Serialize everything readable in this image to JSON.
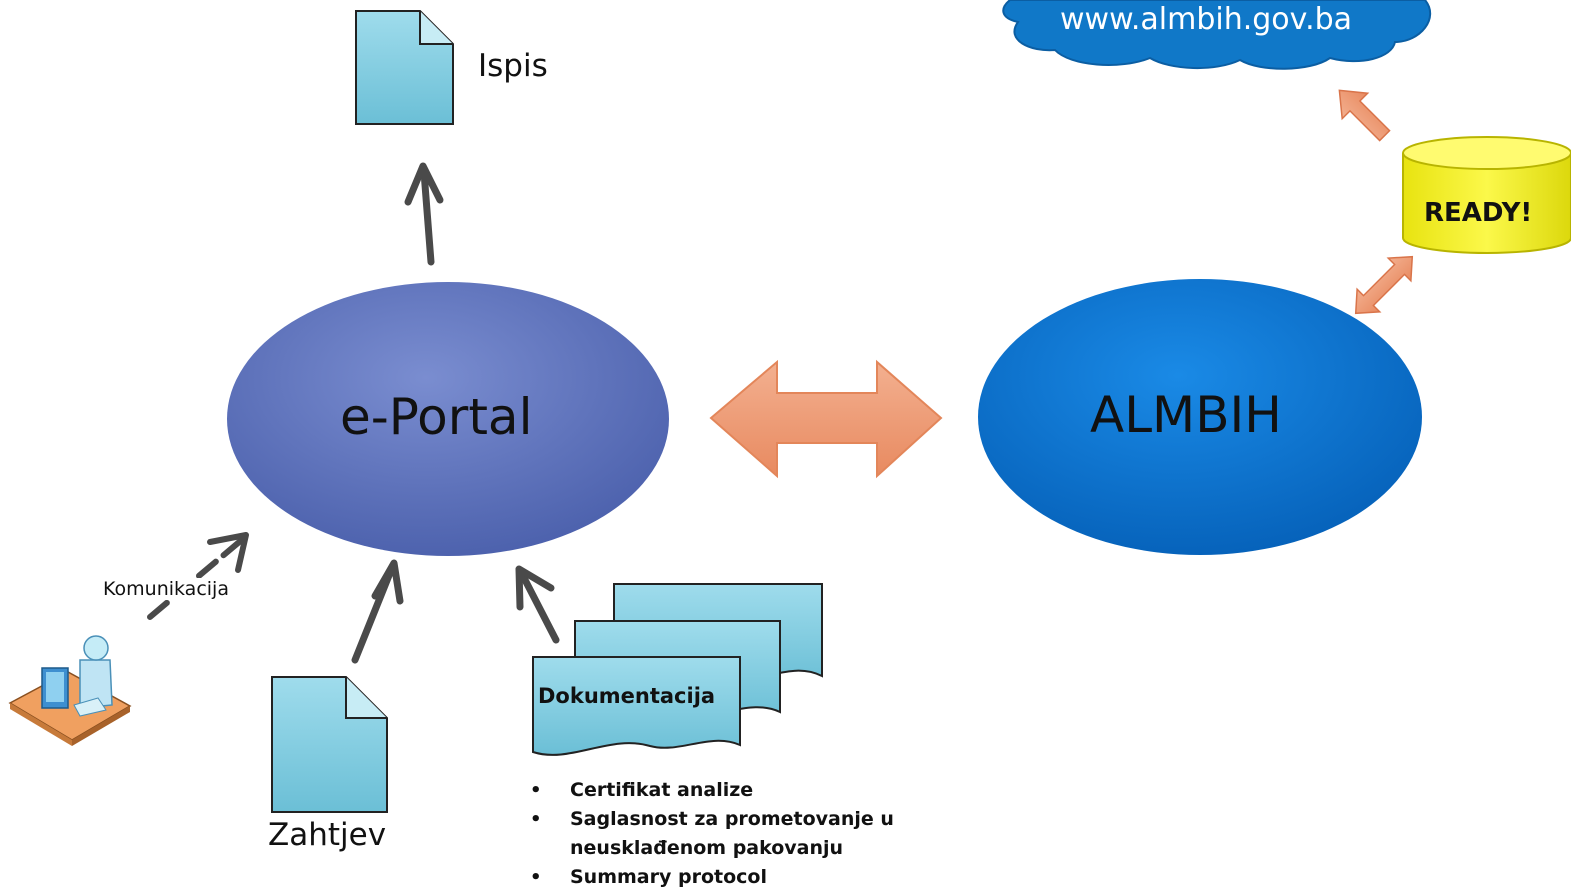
{
  "nodes": {
    "eportal": "e-Portal",
    "almbih": "ALMBIH",
    "website": "www.almbih.gov.ba",
    "ready": "READY!",
    "ispis": "Ispis",
    "zahtjev": "Zahtjev",
    "dokumentacija": "Dokumentacija",
    "komunikacija": "Komunikacija"
  },
  "documents": [
    "Certifikat analize",
    "Saglasnost za prometovanje u neusklađenom pakovanju",
    "Summary protocol"
  ],
  "colors": {
    "eportal": "#5b6fb8",
    "almbih": "#0a6fd0",
    "cloud": "#1078c8",
    "doc": "#7fcbe0",
    "arrow_orange": "#ef9b78",
    "arrow_dark": "#4a4a4a",
    "ready": "#f4f01a"
  }
}
